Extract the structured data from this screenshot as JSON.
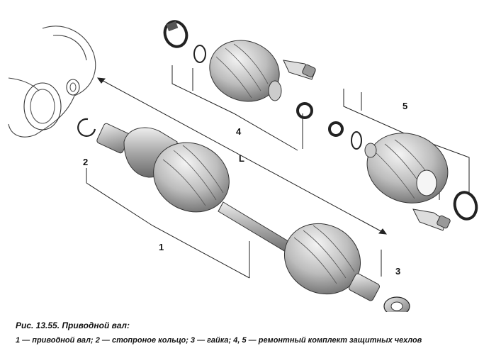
{
  "figure": {
    "callouts": {
      "c1": "1",
      "c2": "2",
      "c3": "3",
      "c4": "4",
      "c5": "5",
      "cL": "L"
    }
  },
  "caption": {
    "title": "Рис. 13.55. Приводной вал:",
    "legend": "1 — приводной вал; 2 — стопроное кольцо; 3 — гайка; 4, 5 — ремонтный комплект защитных чехлов"
  }
}
